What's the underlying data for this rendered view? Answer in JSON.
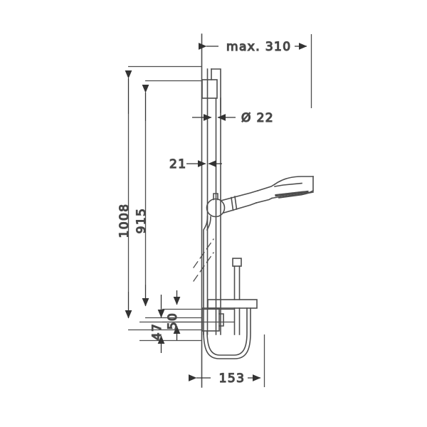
{
  "drawing": {
    "title": "Shower set technical dimension drawing",
    "product": "wall bar shower set with hand shower, hose and soap dish",
    "line_color": "#4d4d4d",
    "text_color": "#2b2b2b",
    "background_color": "#ffffff",
    "units": "mm"
  },
  "dimensions": {
    "max_reach": {
      "label": "max. 310",
      "value": 310,
      "orientation": "horizontal",
      "position": "top"
    },
    "bar_diameter": {
      "label": "Ø 22",
      "value": 22,
      "orientation": "horizontal",
      "position": "upper-right"
    },
    "wall_offset": {
      "label": "21",
      "value": 21,
      "orientation": "horizontal",
      "position": "mid-left"
    },
    "total_height": {
      "label": "1008",
      "value": 1008,
      "orientation": "vertical",
      "position": "far-left"
    },
    "bar_height": {
      "label": "915",
      "value": 915,
      "orientation": "vertical",
      "position": "left"
    },
    "lower_offset_47": {
      "label": "47",
      "value": 47,
      "orientation": "vertical",
      "position": "lower-left"
    },
    "lower_offset_50": {
      "label": "50",
      "value": 50,
      "orientation": "vertical",
      "position": "lower-left"
    },
    "hose_projection": {
      "label": "153",
      "value": 153,
      "orientation": "horizontal",
      "position": "bottom"
    }
  },
  "components": [
    {
      "name": "wall-reference-line",
      "description": "vertical wall datum line"
    },
    {
      "name": "top-wall-bracket",
      "description": "upper mounting bracket block"
    },
    {
      "name": "shower-bar",
      "description": "vertical round slide bar, ø 22"
    },
    {
      "name": "slider-holder",
      "description": "circular hand shower holder clamp"
    },
    {
      "name": "hand-shower",
      "description": "hand shower with wide spray face"
    },
    {
      "name": "break-lines",
      "description": "diagonal break symbol on bar"
    },
    {
      "name": "soap-dish-shelf",
      "description": "horizontal shelf / soap dish"
    },
    {
      "name": "lower-wall-bracket",
      "description": "lower mounting bracket block"
    },
    {
      "name": "shower-hose",
      "description": "U-shaped shower hose loop"
    },
    {
      "name": "hose-connector",
      "description": "hose outlet connector post"
    }
  ]
}
